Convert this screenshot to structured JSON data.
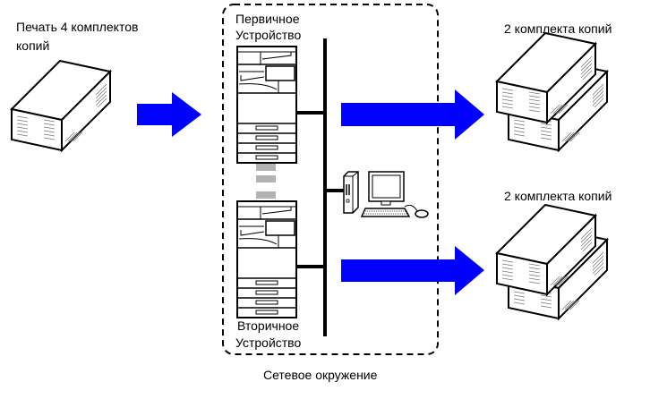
{
  "source": {
    "label_line1": "Печать 4 комплектов",
    "label_line2": "копий",
    "sets": 4
  },
  "network": {
    "label": "Сетевое окружение",
    "primary_device": {
      "line1": "Первичное",
      "line2": "Устройство"
    },
    "secondary_device": {
      "line1": "Вторичное",
      "line2": "Устройство"
    }
  },
  "outputs": [
    {
      "label": "2 комплекта копий",
      "sets": 2
    },
    {
      "label": "2 комплекта копий",
      "sets": 2
    }
  ],
  "colors": {
    "arrow": "#0000ff",
    "line": "#000000",
    "connector": "#b3b3b3"
  }
}
